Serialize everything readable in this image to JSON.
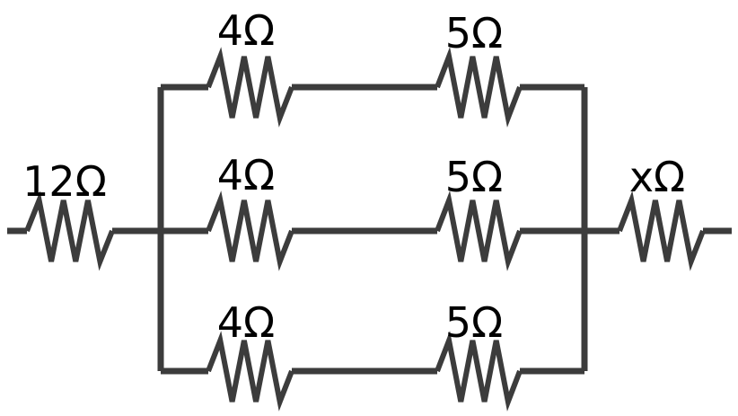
{
  "diagram": {
    "colors": {
      "wire": "#3c3c3c",
      "text": "#000000",
      "background": "#ffffff"
    },
    "labels": {
      "left_resistor": "12Ω",
      "right_resistor": "xΩ",
      "top_branch_first": "4Ω",
      "top_branch_second": "5Ω",
      "middle_branch_first": "4Ω",
      "middle_branch_second": "5Ω",
      "bottom_branch_first": "4Ω",
      "bottom_branch_second": "5Ω"
    }
  }
}
